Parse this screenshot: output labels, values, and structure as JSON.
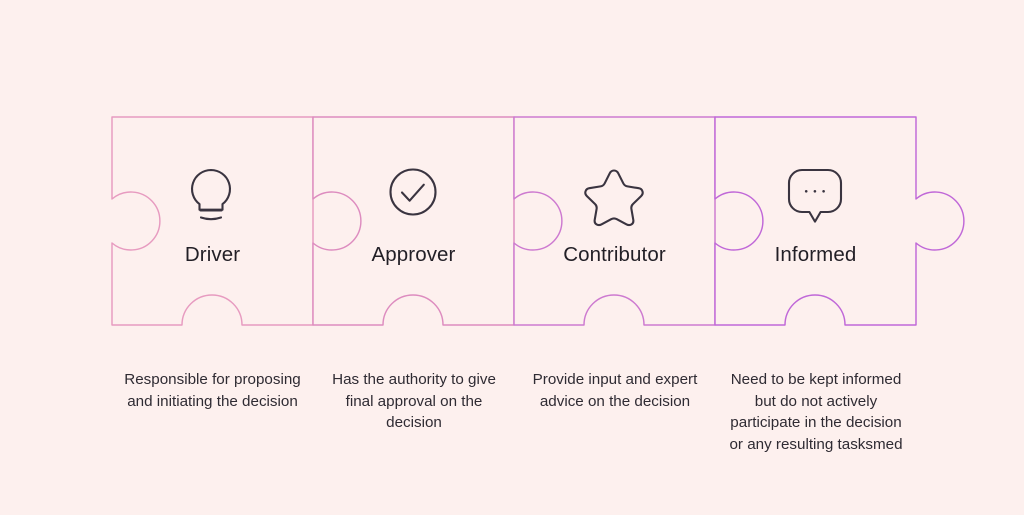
{
  "diagram": {
    "title": "RAPID / DACI decision roles puzzle",
    "background_color": "#fdf0ee",
    "piece_fill": "#fdf0ee",
    "text_color": "#221f26",
    "caption_color": "#2f2b33",
    "icon_stroke": "#3a3440",
    "stroke_colors": {
      "piece_1": "#e79bc0",
      "piece_2": "#e38dbb",
      "piece_3": "#cf7ccf",
      "piece_4": "#c46ad6",
      "gradient_start": "#e79bc0",
      "gradient_end": "#b45fd5"
    },
    "pieces": [
      {
        "id": "driver",
        "icon": "lightbulb-icon",
        "title": "Driver",
        "caption": "Responsible for proposing and initiating the decision"
      },
      {
        "id": "approver",
        "icon": "check-circle-icon",
        "title": "Approver",
        "caption": "Has the authority to give final approval on the decision"
      },
      {
        "id": "contributor",
        "icon": "star-icon",
        "title": "Contributor",
        "caption": "Provide input and expert advice on the decision"
      },
      {
        "id": "informed",
        "icon": "speech-bubble-dots-icon",
        "title": "Informed",
        "caption": "Need to be kept informed but do not actively participate in the decision or any resulting tasksmed"
      }
    ]
  }
}
